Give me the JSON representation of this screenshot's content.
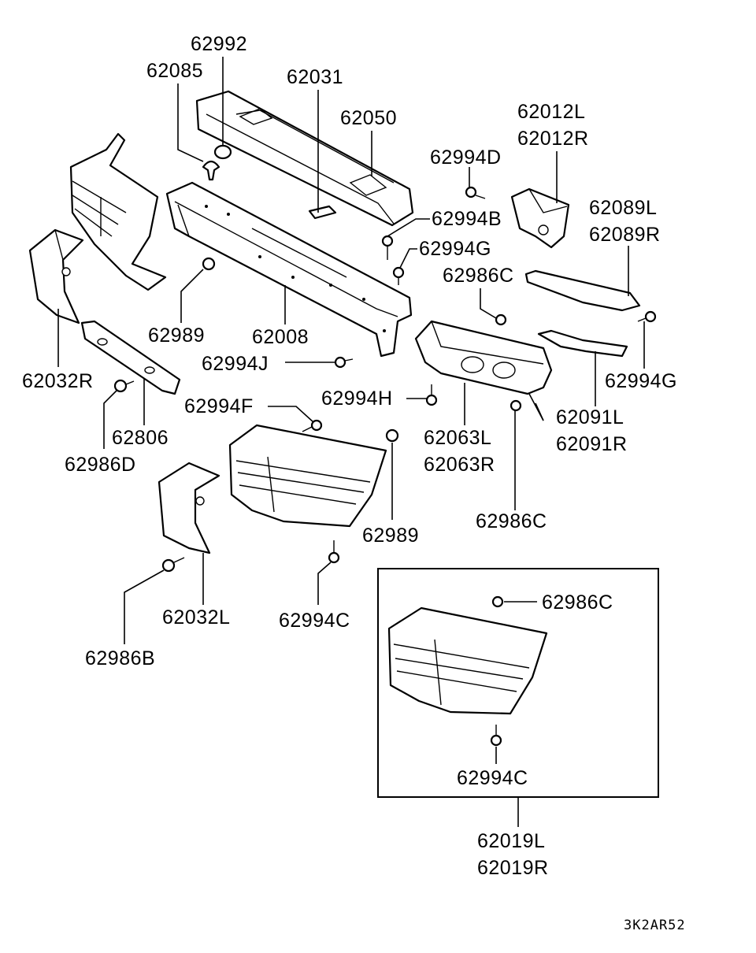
{
  "labels": {
    "p62992": "62992",
    "p62085": "62085",
    "p62031": "62031",
    "p62050": "62050",
    "p62012L": "62012L",
    "p62012R": "62012R",
    "p62994D": "62994D",
    "p62994B": "62994B",
    "p62089L": "62089L",
    "p62089R": "62089R",
    "p62994G_a": "62994G",
    "p62986C_a": "62986C",
    "p62989_a": "62989",
    "p62008": "62008",
    "p62994J": "62994J",
    "p62032R": "62032R",
    "p62994G_b": "62994G",
    "p62994H": "62994H",
    "p62091L": "62091L",
    "p62091R": "62091R",
    "p62994F": "62994F",
    "p62806": "62806",
    "p62063L": "62063L",
    "p62063R": "62063R",
    "p62986D": "62986D",
    "p62986C_b": "62986C",
    "p62989_b": "62989",
    "p62032L": "62032L",
    "p62994C_a": "62994C",
    "p62986B": "62986B",
    "p62986C_c": "62986C",
    "p62994C_b": "62994C",
    "p62019L": "62019L",
    "p62019R": "62019R"
  },
  "drawing_code": "3K2AR52"
}
